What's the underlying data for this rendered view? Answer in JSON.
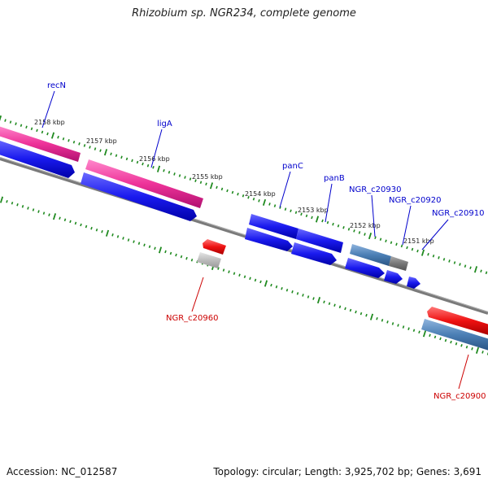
{
  "title": "Rhizobium sp. NGR234, complete genome",
  "footer": {
    "accession": "Accession: NC_012587",
    "summary": "Topology: circular; Length: 3,925,702 bp; Genes: 3,691"
  },
  "colors": {
    "backbone": "#7a7a7a",
    "tick": "#1f8a1f",
    "forward_label": "#0000cc",
    "reverse_label": "#cc0000",
    "blue_gene": "#1a1aee",
    "pink_gene": "#ee3399",
    "red_gene": "#ee1111",
    "steel_gene": "#4b7fb5",
    "grey_gene": "#777777",
    "lightgrey_gene": "#bbbbbb"
  },
  "scale_labels": [
    "2158 kbp",
    "2157 kbp",
    "2156 kbp",
    "2155 kbp",
    "2154 kbp",
    "2153 kbp",
    "2152 kbp",
    "2151 kbp"
  ],
  "gene_labels": {
    "forward": [
      "recN",
      "ligA",
      "panC",
      "panB",
      "NGR_c20930",
      "NGR_c20920",
      "NGR_c20910"
    ],
    "reverse": [
      "NGR_c20960",
      "NGR_c20900"
    ]
  }
}
